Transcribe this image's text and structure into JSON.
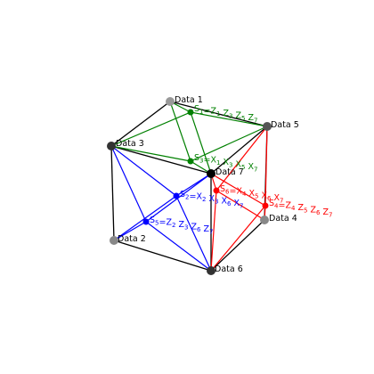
{
  "nodes": {
    "data1": {
      "label": "Data 1"
    },
    "data2": {
      "label": "Data 2"
    },
    "data3": {
      "label": "Data 3"
    },
    "data4": {
      "label": "Data 4"
    },
    "data5": {
      "label": "Data 5"
    },
    "data6": {
      "label": "Data 6"
    },
    "data7": {
      "label": "Data 7"
    }
  },
  "stabilizers": {
    "s1": {
      "name": "S",
      "sub": "1",
      "terms": [
        [
          "Z",
          "1"
        ],
        [
          "Z",
          "3"
        ],
        [
          "Z",
          "5"
        ],
        [
          "Z",
          "7"
        ]
      ]
    },
    "s2": {
      "name": "S",
      "sub": "2",
      "terms": [
        [
          "X",
          "2"
        ],
        [
          "X",
          "3"
        ],
        [
          "X",
          "6"
        ],
        [
          "X",
          "7"
        ]
      ]
    },
    "s3": {
      "name": "S",
      "sub": "3",
      "terms": [
        [
          "X",
          "1"
        ],
        [
          "X",
          "3"
        ],
        [
          "X",
          "5"
        ],
        [
          "X",
          "7"
        ]
      ]
    },
    "s4": {
      "name": "S",
      "sub": "4",
      "terms": [
        [
          "Z",
          "4"
        ],
        [
          "Z",
          "5"
        ],
        [
          "Z",
          "6"
        ],
        [
          "Z",
          "7"
        ]
      ]
    },
    "s5": {
      "name": "S",
      "sub": "5",
      "terms": [
        [
          "Z",
          "2"
        ],
        [
          "Z",
          "3"
        ],
        [
          "Z",
          "6"
        ],
        [
          "Z",
          "7"
        ]
      ]
    },
    "s6": {
      "name": "S",
      "sub": "6",
      "terms": [
        [
          "X",
          "4"
        ],
        [
          "X",
          "5"
        ],
        [
          "X",
          "6"
        ],
        [
          "X",
          "7"
        ]
      ]
    }
  },
  "colors": {
    "edge": "#000000",
    "green": "#008000",
    "blue": "#0000ff",
    "red": "#ff0000",
    "node_dark": "#333333",
    "node_gray": "#888888"
  }
}
